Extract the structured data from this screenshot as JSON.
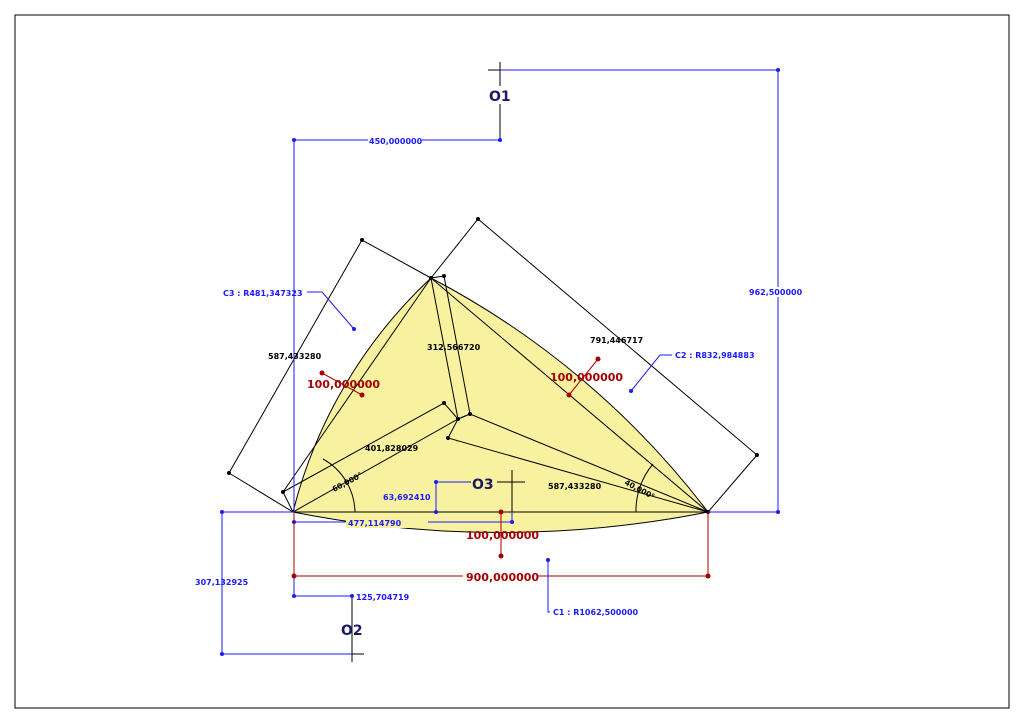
{
  "centers": {
    "o1": "O1",
    "o2": "O2",
    "o3": "O3"
  },
  "arcs": {
    "c1": "C1 : R1062,500000",
    "c2": "C2 : R832,984883",
    "c3": "C3 : R481,347323"
  },
  "dimensions_blue": {
    "d450": "450,000000",
    "d962": "962,500000",
    "d307": "307,132925",
    "d125": "125,704719",
    "d477": "477,114790",
    "d63": "63,692410"
  },
  "dimensions_red": {
    "d900": "900,000000",
    "d100_bottom": "100,000000",
    "d100_left": "100,000000",
    "d100_right": "100,000000"
  },
  "dimensions_black": {
    "d587_left": "587,433280",
    "d791": "791,446717",
    "d312": "312,566720",
    "d401": "401,828029",
    "d587_center": "587,433280"
  },
  "angles": {
    "a60": "60,000°",
    "a40": "40,000°"
  },
  "colors": {
    "fill": "#f7f1a0",
    "dimension_blue": "#1a1aff",
    "dimension_red": "#a50000",
    "construction": "#000000"
  }
}
